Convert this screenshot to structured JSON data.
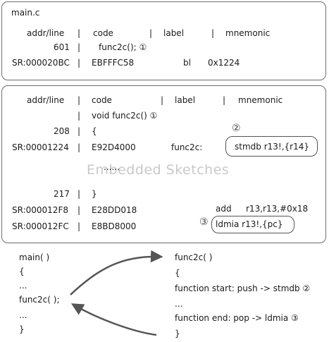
{
  "panel1": {
    "title": "main.c",
    "headers": {
      "addr": "addr/line",
      "sep": "|",
      "code": "code",
      "label": "label",
      "mnemonic": "mnemonic"
    },
    "row1": {
      "addr": "601",
      "sep": "|",
      "code": "func2c(); ①"
    },
    "row2": {
      "addr": "SR:000020BC",
      "sep": "|",
      "code": "EBFFFC58",
      "op": "bl",
      "arg": "0x1224"
    }
  },
  "panel2": {
    "headers": {
      "addr": "addr/line",
      "sep": "|",
      "code": "code",
      "label": "label",
      "mnemonic": "mnemonic"
    },
    "row1": {
      "sep": "|",
      "code": "void func2c() ①"
    },
    "row2": {
      "addr": "208",
      "sep": "|",
      "code": "{",
      "marker": "②"
    },
    "row3": {
      "addr": "SR:00001224",
      "sep": "|",
      "code": "E92D4000",
      "label": "func2c:",
      "mnemonic": "stmdb  r13!,{r14}"
    },
    "ellipsis": "......",
    "row4": {
      "addr": "217",
      "sep": "|",
      "code": "}"
    },
    "row5": {
      "addr": "SR:000012F8",
      "sep": "|",
      "code": "E28DD018",
      "op": "add",
      "arg": "r13,r13,#0x18"
    },
    "row6": {
      "addr": "SR:000012FC",
      "sep": "|",
      "code": "E8BD8000",
      "marker": "③",
      "mnemonic": "ldmia  r13!,{pc}"
    }
  },
  "watermark": "Embedded Sketches",
  "left_code": [
    "main( )",
    "{",
    "...",
    "func2c( );",
    "...",
    "}"
  ],
  "right_code": [
    "func2c( )",
    "{",
    "function start: push -> stmdb ②",
    "...",
    "function end: pop -> ldmia ③",
    "}"
  ]
}
